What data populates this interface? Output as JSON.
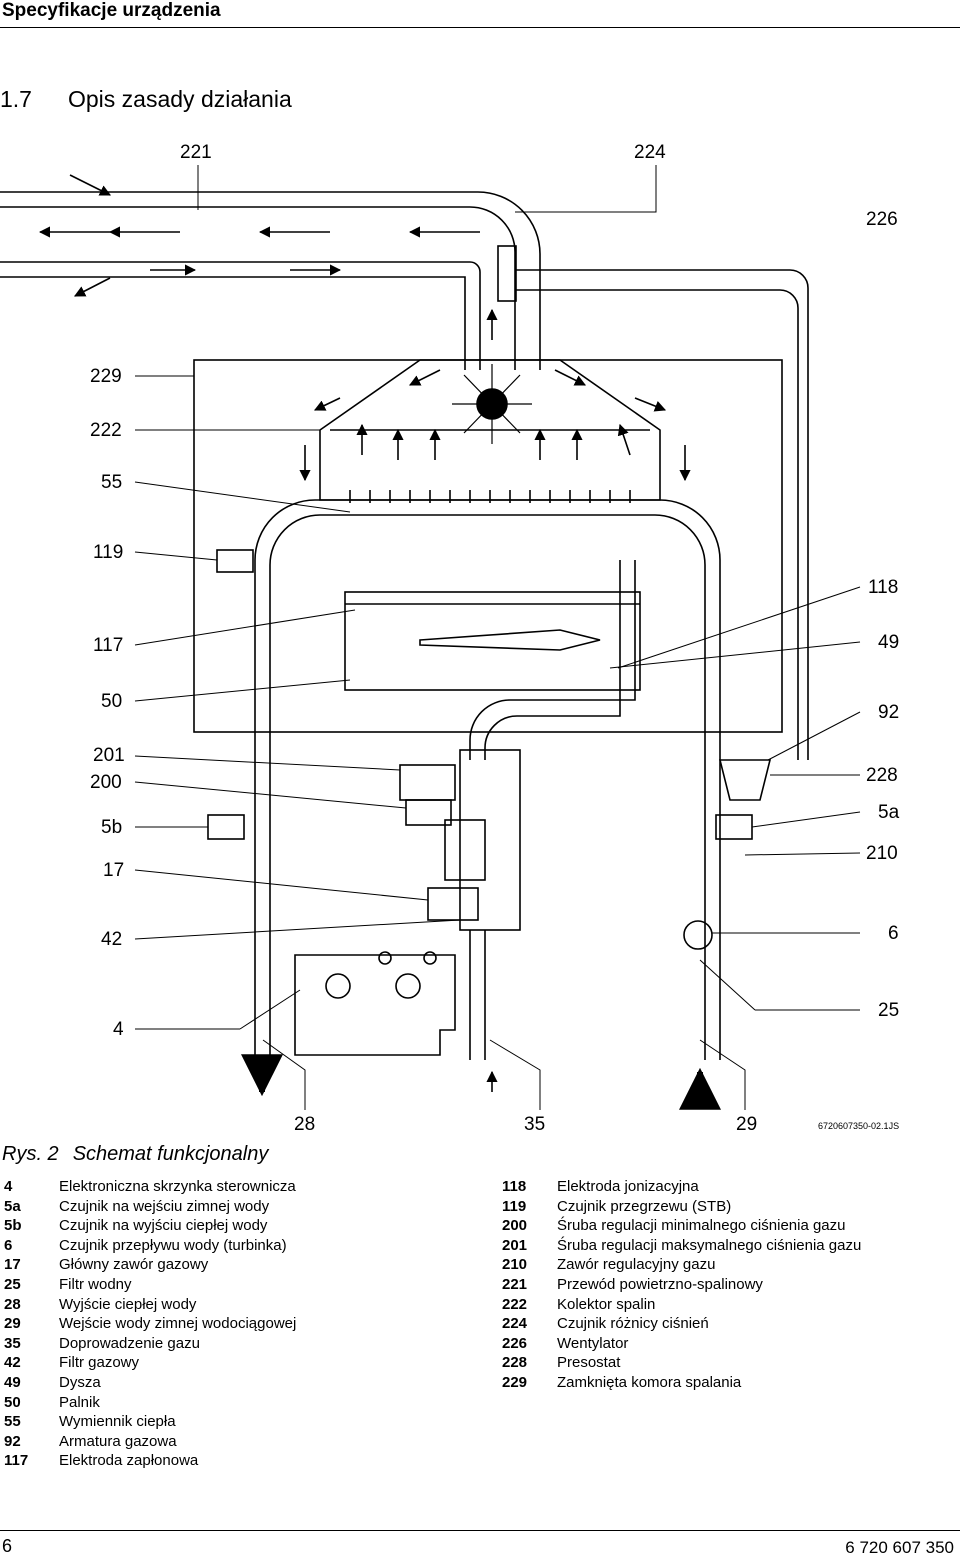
{
  "header": {
    "title": "Specyfikacje urządzenia"
  },
  "section": {
    "number": "1.7",
    "title": "Opis zasady działania"
  },
  "diagram": {
    "code": "6720607350-02.1JS",
    "labels": {
      "l221": "221",
      "l224": "224",
      "l226": "226",
      "l229": "229",
      "l222": "222",
      "l55": "55",
      "l119": "119",
      "l117": "117",
      "l50": "50",
      "l201": "201",
      "l200": "200",
      "l5b": "5b",
      "l17": "17",
      "l42": "42",
      "l4": "4",
      "l118": "118",
      "l49": "49",
      "l92": "92",
      "l228": "228",
      "l5a": "5a",
      "l210": "210",
      "l6": "6",
      "l25": "25",
      "l28": "28",
      "l35": "35",
      "l29": "29"
    }
  },
  "caption": {
    "number": "Rys. 2",
    "text": "Schemat funkcjonalny"
  },
  "legend_left": [
    {
      "key": "4",
      "text": "Elektroniczna skrzynka sterownicza"
    },
    {
      "key": "5a",
      "text": "Czujnik na wejściu zimnej wody"
    },
    {
      "key": "5b",
      "text": "Czujnik na wyjściu ciepłej wody"
    },
    {
      "key": "6",
      "text": "Czujnik przepływu wody (turbinka)"
    },
    {
      "key": "17",
      "text": "Główny zawór gazowy"
    },
    {
      "key": "25",
      "text": "Filtr wodny"
    },
    {
      "key": "28",
      "text": "Wyjście ciepłej wody"
    },
    {
      "key": "29",
      "text": "Wejście wody zimnej wodociągowej"
    },
    {
      "key": "35",
      "text": "Doprowadzenie gazu"
    },
    {
      "key": "42",
      "text": "Filtr gazowy"
    },
    {
      "key": "49",
      "text": "Dysza"
    },
    {
      "key": "50",
      "text": "Palnik"
    },
    {
      "key": "55",
      "text": "Wymiennik ciepła"
    },
    {
      "key": "92",
      "text": "Armatura gazowa"
    },
    {
      "key": "117",
      "text": "Elektroda zapłonowa"
    }
  ],
  "legend_right": [
    {
      "key": "118",
      "text": "Elektroda jonizacyjna"
    },
    {
      "key": "119",
      "text": "Czujnik przegrzewu (STB)"
    },
    {
      "key": "200",
      "text": "Śruba regulacji minimalnego ciśnienia gazu"
    },
    {
      "key": "201",
      "text": "Śruba regulacji maksymalnego ciśnienia gazu"
    },
    {
      "key": "210",
      "text": "Zawór regulacyjny gazu"
    },
    {
      "key": "221",
      "text": "Przewód powietrzno-spalinowy"
    },
    {
      "key": "222",
      "text": "Kolektor spalin"
    },
    {
      "key": "224",
      "text": "Czujnik różnicy ciśnień"
    },
    {
      "key": "226",
      "text": "Wentylator"
    },
    {
      "key": "228",
      "text": "Presostat"
    },
    {
      "key": "229",
      "text": "Zamknięta komora spalania"
    }
  ],
  "footer": {
    "page": "6",
    "doc_number": "6 720 607 350"
  }
}
